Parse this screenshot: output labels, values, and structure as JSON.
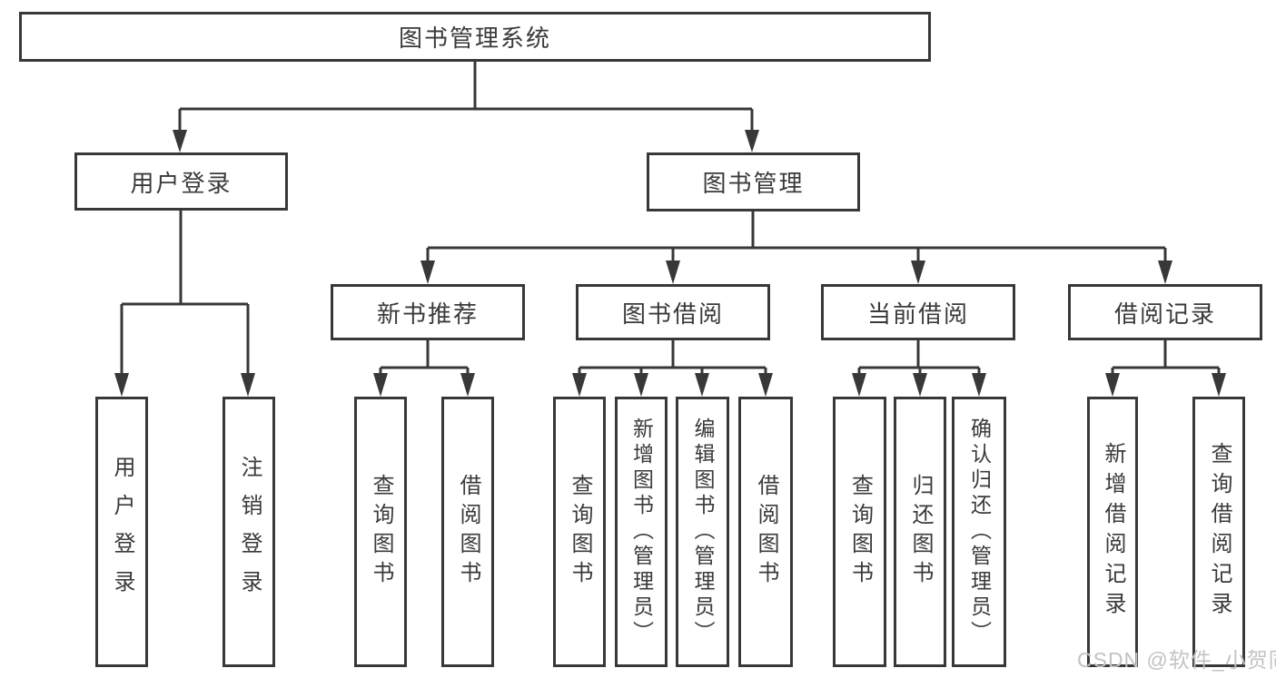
{
  "colors": {
    "line": "#383838",
    "box_border": "#383838",
    "box_fill": "#ffffff",
    "text": "#3a3a3a",
    "watermark": "#c3c3c3",
    "background": "#ffffff"
  },
  "watermark": {
    "text": "CSDN @软件_小贺同学"
  },
  "tree": {
    "root": {
      "label": "图书管理系统",
      "children": [
        {
          "label": "用户登录",
          "children": [
            {
              "label": "用户登录"
            },
            {
              "label": "注销登录"
            }
          ]
        },
        {
          "label": "图书管理",
          "children": [
            {
              "label": "新书推荐",
              "children": [
                {
                  "label": "查询图书"
                },
                {
                  "label": "借阅图书"
                }
              ]
            },
            {
              "label": "图书借阅",
              "children": [
                {
                  "label": "查询图书"
                },
                {
                  "label": "新增图书（管理员）"
                },
                {
                  "label": "编辑图书（管理员）"
                },
                {
                  "label": "借阅图书"
                }
              ]
            },
            {
              "label": "当前借阅",
              "children": [
                {
                  "label": "查询图书"
                },
                {
                  "label": "归还图书"
                },
                {
                  "label": "确认归还（管理员）"
                }
              ]
            },
            {
              "label": "借阅记录",
              "children": [
                {
                  "label": "新增借阅记录"
                },
                {
                  "label": "查询借阅记录"
                }
              ]
            }
          ]
        }
      ]
    }
  }
}
